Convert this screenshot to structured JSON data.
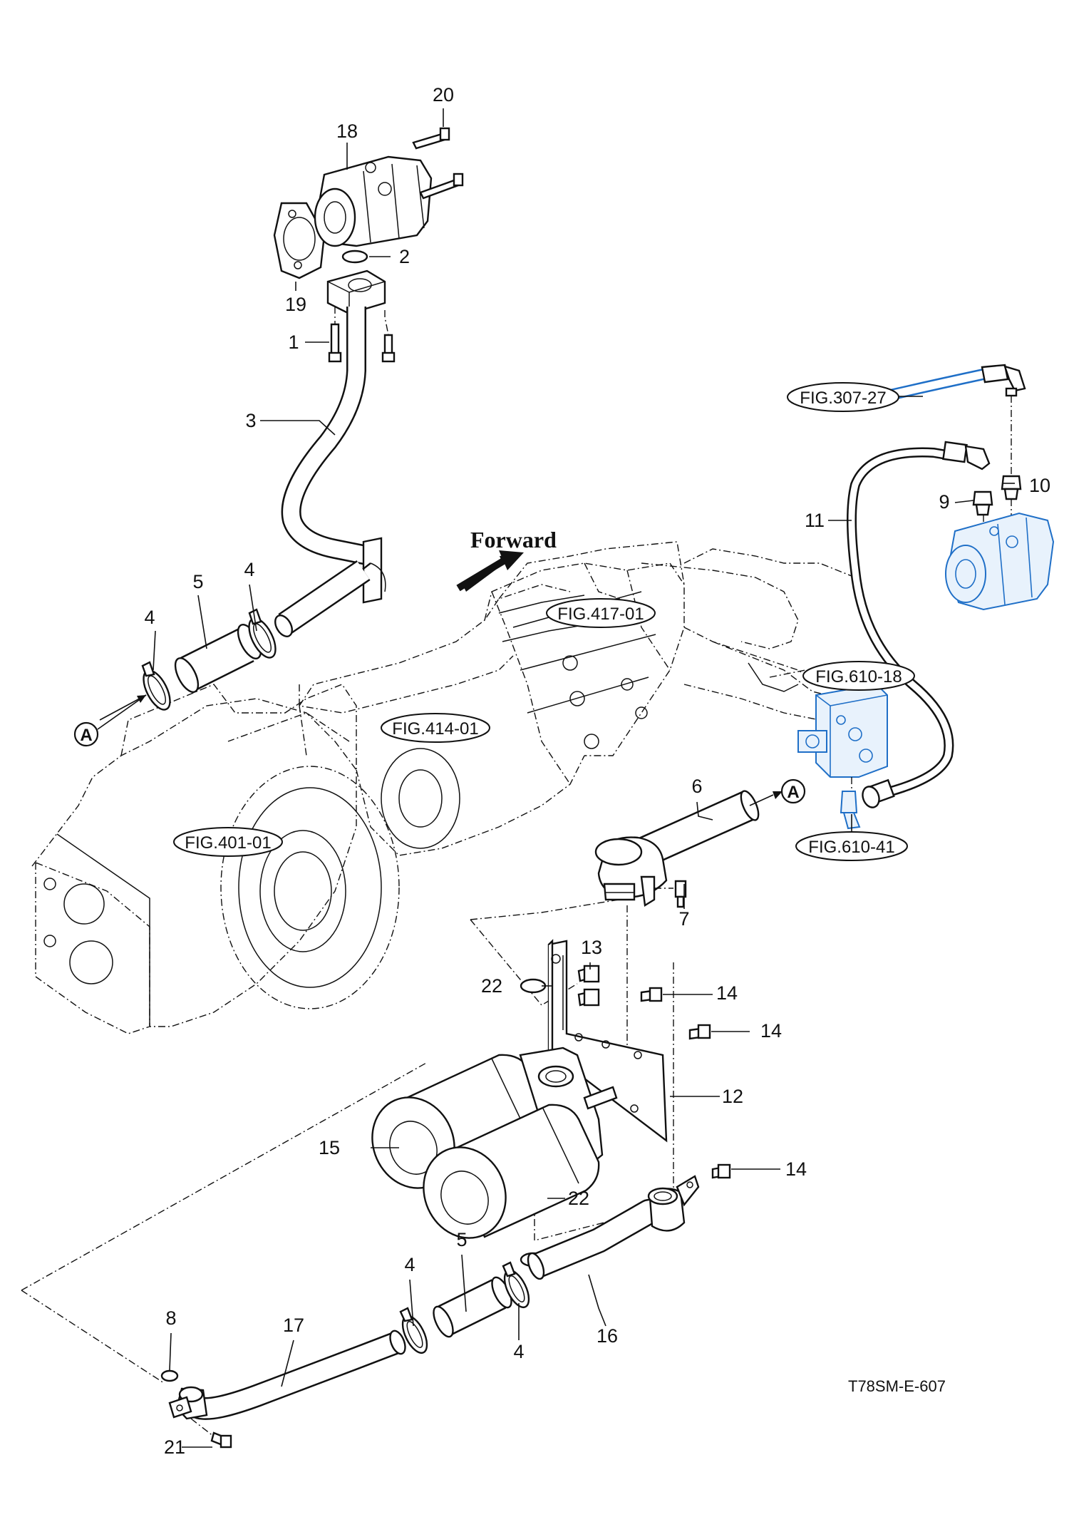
{
  "diagram": {
    "drawing_code": "T78SM-E-607",
    "direction_label": "Forward",
    "view_markers": [
      {
        "id": "marker-a-left",
        "label": "A"
      },
      {
        "id": "marker-a-right",
        "label": "A"
      }
    ],
    "figure_references": [
      {
        "id": "fig-307-27",
        "label": "FIG.307-27"
      },
      {
        "id": "fig-417-01",
        "label": "FIG.417-01"
      },
      {
        "id": "fig-414-01",
        "label": "FIG.414-01"
      },
      {
        "id": "fig-401-01",
        "label": "FIG.401-01"
      },
      {
        "id": "fig-610-18",
        "label": "FIG.610-18"
      },
      {
        "id": "fig-610-41",
        "label": "FIG.610-41"
      }
    ],
    "callouts": [
      {
        "id": "c20",
        "label": "20"
      },
      {
        "id": "c18",
        "label": "18"
      },
      {
        "id": "c2",
        "label": "2"
      },
      {
        "id": "c19",
        "label": "19"
      },
      {
        "id": "c1",
        "label": "1"
      },
      {
        "id": "c3",
        "label": "3"
      },
      {
        "id": "c4a",
        "label": "4"
      },
      {
        "id": "c4b",
        "label": "4"
      },
      {
        "id": "c5a",
        "label": "5"
      },
      {
        "id": "c11",
        "label": "11"
      },
      {
        "id": "c9",
        "label": "9"
      },
      {
        "id": "c10",
        "label": "10"
      },
      {
        "id": "c6",
        "label": "6"
      },
      {
        "id": "c7",
        "label": "7"
      },
      {
        "id": "c13",
        "label": "13"
      },
      {
        "id": "c22a",
        "label": "22"
      },
      {
        "id": "c14a",
        "label": "14"
      },
      {
        "id": "c14b",
        "label": "14"
      },
      {
        "id": "c12",
        "label": "12"
      },
      {
        "id": "c15",
        "label": "15"
      },
      {
        "id": "c14c",
        "label": "14"
      },
      {
        "id": "c22b",
        "label": "22"
      },
      {
        "id": "c5b",
        "label": "5"
      },
      {
        "id": "c4c",
        "label": "4"
      },
      {
        "id": "c4d",
        "label": "4"
      },
      {
        "id": "c8",
        "label": "8"
      },
      {
        "id": "c17",
        "label": "17"
      },
      {
        "id": "c16",
        "label": "16"
      },
      {
        "id": "c21",
        "label": "21"
      }
    ],
    "colors": {
      "line": "#111111",
      "highlight": "#1f6fc7",
      "highlight_fill": "#e8f2fc"
    }
  }
}
